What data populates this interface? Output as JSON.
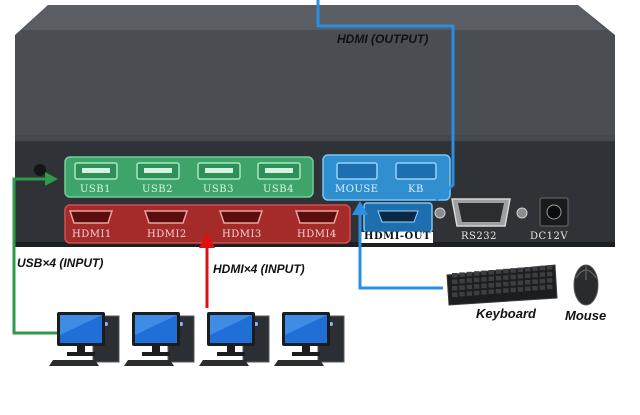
{
  "labels": {
    "hdmi_output": "HDMI  (OUTPUT)",
    "usb_input": "USB×4  (INPUT)",
    "hdmi_input": "HDMI×4  (INPUT)",
    "keyboard": "Keyboard",
    "mouse": "Mouse"
  },
  "usb_ports": [
    "USB1",
    "USB2",
    "USB3",
    "USB4"
  ],
  "hdmi_ports": [
    "HDMI1",
    "HDMI2",
    "HDMI3",
    "HDMI4"
  ],
  "peripheral_ports": [
    "MOUSE",
    "KB"
  ],
  "other_ports": {
    "hdmi_out": "HDMI-OUT",
    "rs232": "RS232",
    "dc": "DC12V"
  },
  "colors": {
    "usb_group": "#3fa46a",
    "hdmi_group": "#a52a2a",
    "peripheral_group": "#2f8fcf",
    "usb_line": "#2e9a4a",
    "hdmi_arrow": "#e01010",
    "output_line": "#2a8fe0",
    "device_body": "#3b3e42"
  },
  "icons": {
    "computers": [
      "computer-icon",
      "computer-icon",
      "computer-icon",
      "computer-icon"
    ],
    "keyboard": "keyboard-icon",
    "mouse": "mouse-icon"
  }
}
